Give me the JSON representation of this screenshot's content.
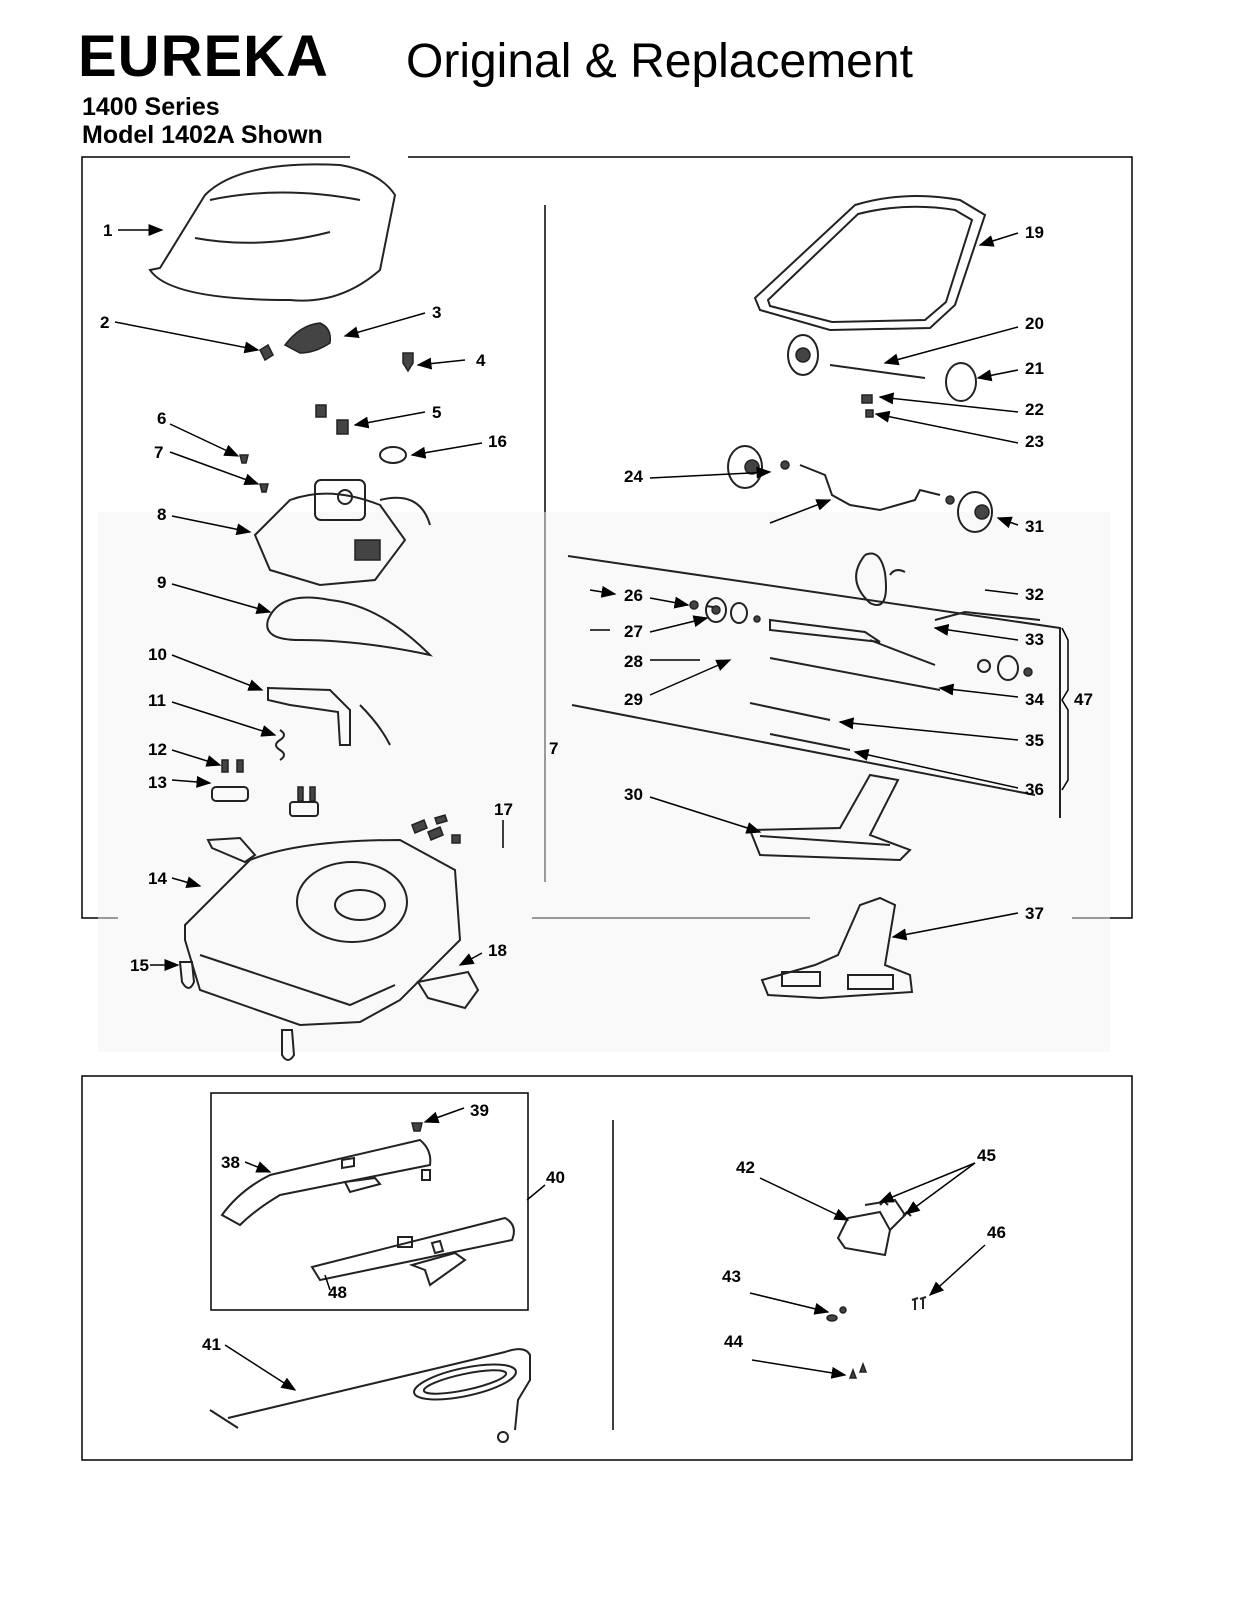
{
  "header": {
    "brand": "EUREKA",
    "title": "Original & Replacement",
    "series": "1400 Series",
    "model": "Model 1402A Shown"
  },
  "callouts": {
    "c1": "1",
    "c2": "2",
    "c3": "3",
    "c4": "4",
    "c5": "5",
    "c6": "6",
    "c7": "7",
    "c8": "8",
    "c9": "9",
    "c10": "10",
    "c11": "11",
    "c12": "12",
    "c13": "13",
    "c14": "14",
    "c15": "15",
    "c16": "16",
    "c17": "17",
    "c18": "18",
    "c19": "19",
    "c20": "20",
    "c21": "21",
    "c22": "22",
    "c23": "23",
    "c24": "24",
    "c26": "26",
    "c27": "27",
    "c28": "28",
    "c29": "29",
    "c30": "30",
    "c31": "31",
    "c32": "32",
    "c33": "33",
    "c34": "34",
    "c35": "35",
    "c36": "36",
    "c37": "37",
    "c38": "38",
    "c39": "39",
    "c40": "40",
    "c41": "41",
    "c42": "42",
    "c43": "43",
    "c44": "44",
    "c45": "45",
    "c46": "46",
    "c47": "47",
    "c48": "48",
    "c7b": "7"
  }
}
